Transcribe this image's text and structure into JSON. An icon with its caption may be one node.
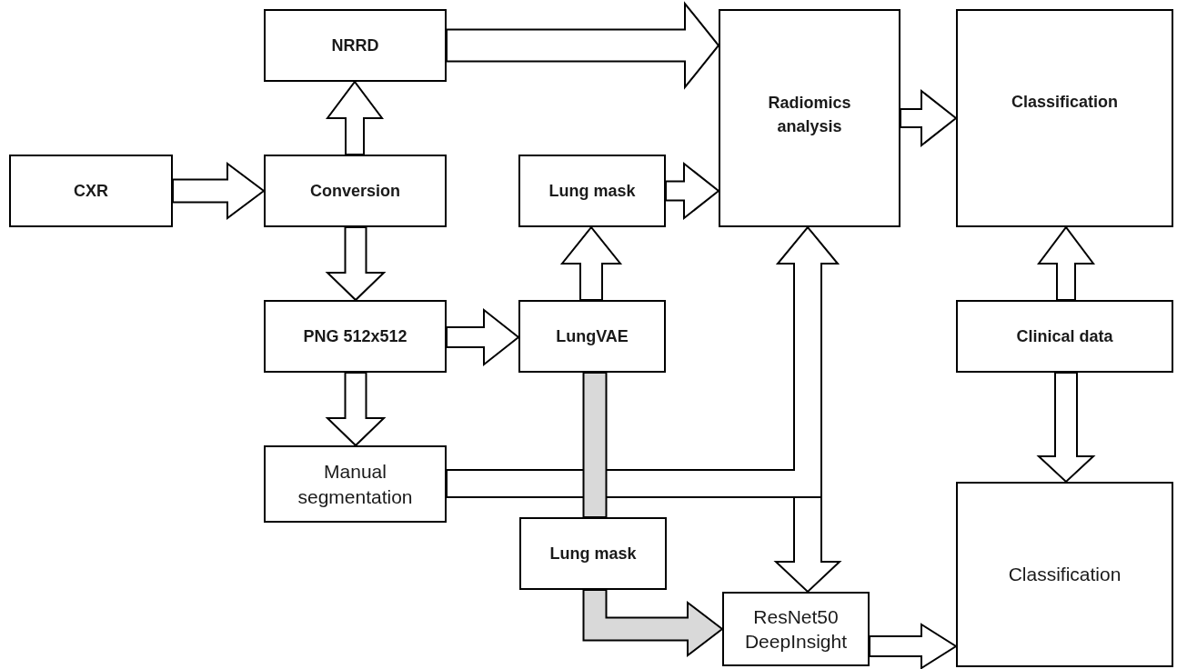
{
  "diagram": {
    "nodes": [
      {
        "text": [
          "NRRD"
        ]
      },
      {
        "text": [
          "Radiomics analysis"
        ]
      },
      {
        "text": [
          "Classification"
        ]
      },
      {
        "text": [
          "CXR"
        ]
      },
      {
        "text": [
          "Conversion"
        ]
      },
      {
        "text": [
          "Lung mask"
        ]
      },
      {
        "text": [
          "PNG 512x512"
        ]
      },
      {
        "text": [
          "LungVAE"
        ]
      },
      {
        "text": [
          "Clinical data"
        ]
      },
      {
        "text": [
          "Manual segmentation"
        ]
      },
      {
        "text": [
          "Lung mask"
        ]
      },
      {
        "text": [
          "ResNet50 DeepInsight"
        ]
      },
      {
        "text": [
          "Classification"
        ]
      }
    ],
    "edges": [
      {
        "from": 3,
        "to": 4,
        "arrow": "to"
      },
      {
        "from": 4,
        "to": 0,
        "arrow": "to"
      },
      {
        "from": 0,
        "to": 1,
        "arrow": "to"
      },
      {
        "from": 4,
        "to": 6,
        "arrow": "to"
      },
      {
        "from": 6,
        "to": 7,
        "arrow": "to"
      },
      {
        "from": 7,
        "to": 5,
        "arrow": "to"
      },
      {
        "from": 5,
        "to": 1,
        "arrow": "to"
      },
      {
        "from": 1,
        "to": 2,
        "arrow": "to"
      },
      {
        "from": 8,
        "to": 2,
        "arrow": "to"
      },
      {
        "from": 8,
        "to": 12,
        "arrow": "to"
      },
      {
        "from": 6,
        "to": 9,
        "arrow": "to"
      },
      {
        "from": 9,
        "to": 11,
        "arrow": "to"
      },
      {
        "from": 9,
        "to": 1,
        "arrow": "to"
      },
      {
        "from": 7,
        "to": 10,
        "arrow": "none",
        "color": "#d9d9d9"
      },
      {
        "from": 10,
        "to": 11,
        "arrow": "to",
        "color": "#d9d9d9"
      },
      {
        "from": 11,
        "to": 12,
        "arrow": "to"
      }
    ]
  }
}
